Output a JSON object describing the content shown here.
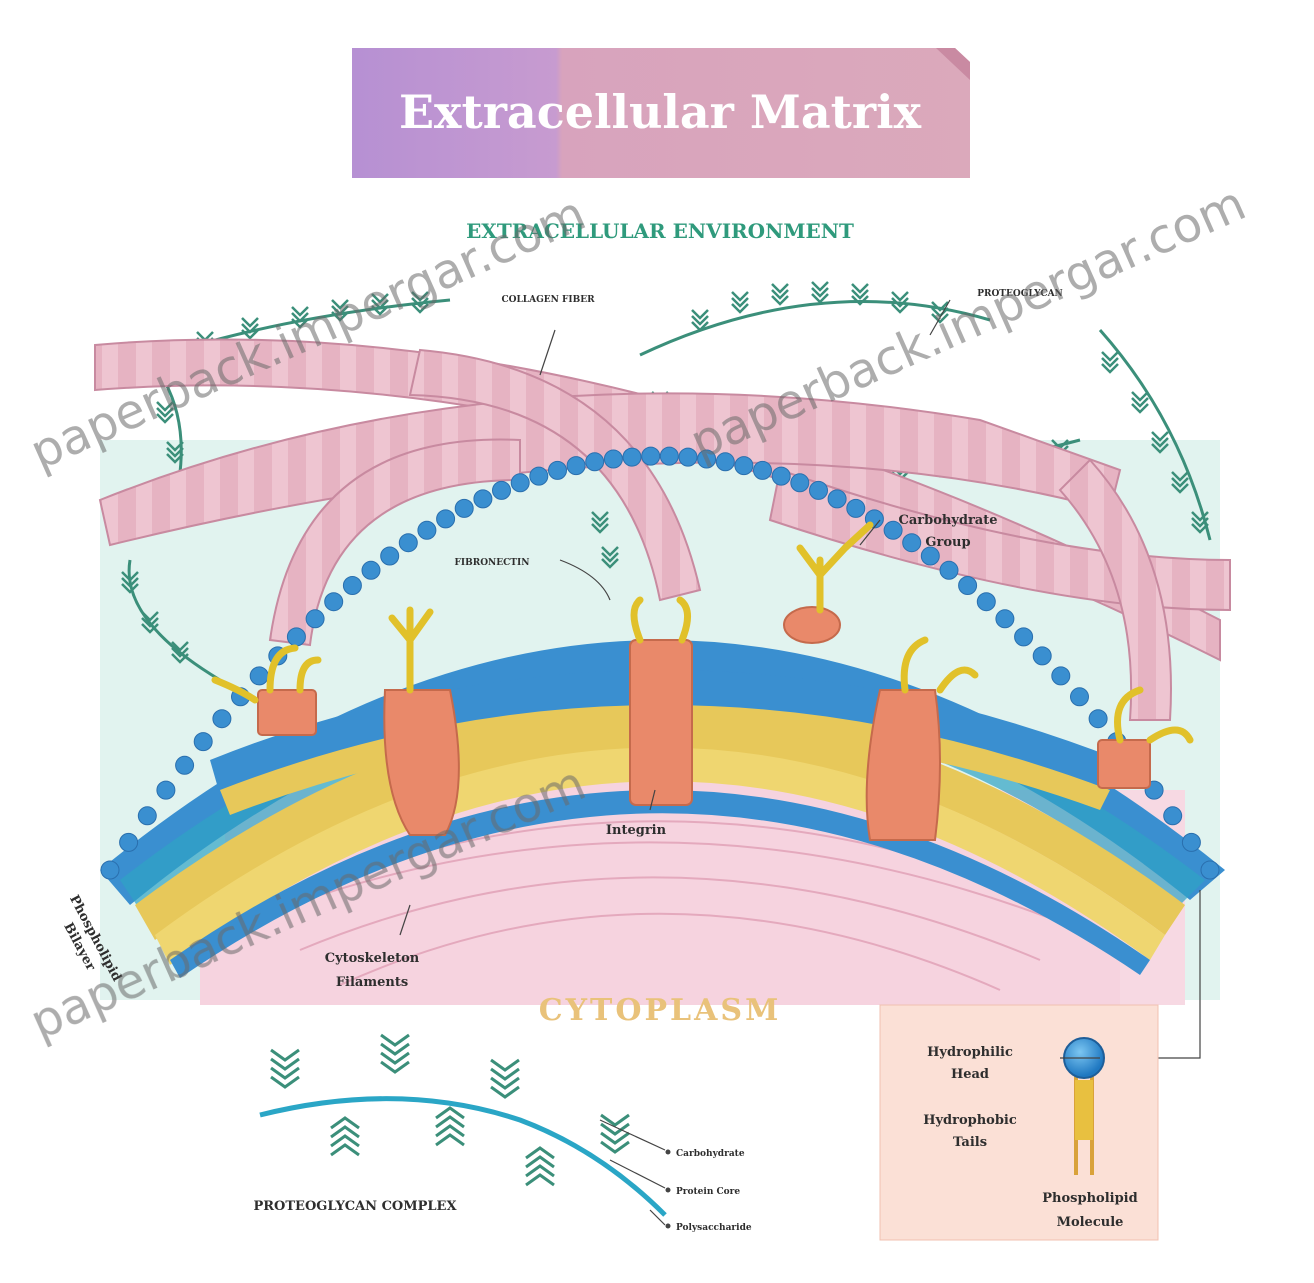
{
  "title": "Extracellular Matrix",
  "region_labels": {
    "top": "EXTRACELLULAR ENVIRONMENT",
    "bottom": "CYTOPLASM"
  },
  "labels": {
    "collagen": "COLLAGEN FIBER",
    "proteoglycan_top": "PROTEOGLYCAN",
    "fibronectin": "FIBRONECTIN",
    "carbohydrate_1": "Carbohydrate",
    "carbohydrate_2": "Group",
    "integrin": "Integrin",
    "cyto_1": "Cytoskeleton",
    "cyto_2": "Filaments",
    "phospho_1": "Phospholipid",
    "phospho_2": "Bilayer"
  },
  "proteoglycan_complex": {
    "title": "PROTEOGLYCAN COMPLEX",
    "parts": [
      "Carbohydrate",
      "Protein Core",
      "Polysaccharide"
    ]
  },
  "phospholipid_inset": {
    "head_1": "Hydrophilic",
    "head_2": "Head",
    "tail_1": "Hydrophobic",
    "tail_2": "Tails",
    "mol_1": "Phospholipid",
    "mol_2": "Molecule"
  },
  "watermarks": [
    "paperback.impergar.com",
    "paperback.impergar.com",
    "paperback.impergar.com"
  ],
  "colors": {
    "title_left": "#b48bd0",
    "title_right": "#d9a6b8",
    "collagen": "#e7b6c4",
    "membrane_blue": "#3a8fd0",
    "membrane_yellow": "#e7c85a",
    "protein": "#e9896a",
    "cytoplasm": "#f6d6e0",
    "extracellular": "#dff3ee",
    "proteoglycan": "#3b8f7a"
  }
}
